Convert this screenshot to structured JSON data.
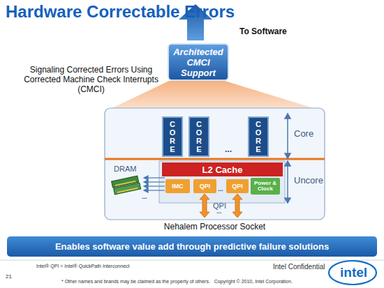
{
  "diagram": {
    "title": "Hardware Correctable Errors",
    "nodes": [
      {
        "text": [
          "Architected CMCI Support"
        ]
      },
      {
        "text": [
          "Nehalem Processor Socket"
        ]
      },
      {
        "text": [
          "CORE"
        ],
        "in": 1
      },
      {
        "text": [
          "CORE"
        ],
        "in": 1
      },
      {
        "text": [
          "CORE"
        ],
        "in": 1
      },
      {
        "text": [
          "L2 Cache"
        ],
        "in": 1
      },
      {
        "text": [
          "IMC"
        ],
        "in": 1
      },
      {
        "text": [
          "QPI"
        ],
        "in": 1
      },
      {
        "text": [
          "QPI"
        ],
        "in": 1
      },
      {
        "text": [
          "Power & Clock"
        ],
        "in": 1
      },
      {
        "text": [
          "Enables software value add through predictive failure solutions"
        ]
      }
    ],
    "labels": [
      "To Software",
      "Signaling Corrected Errors Using Corrected Machine Check Interrupts (CMCI)",
      "Core",
      "Uncore",
      "DRAM",
      "...",
      "...",
      "...",
      "QPI",
      "...",
      "Intel® QPI = Intel® QuickPath Interconnect",
      "21",
      "Intel Confidential",
      "* Other names and brands may be claimed as the property of others.   Copyright © 2010, Intel Corporation.",
      "intel"
    ]
  }
}
